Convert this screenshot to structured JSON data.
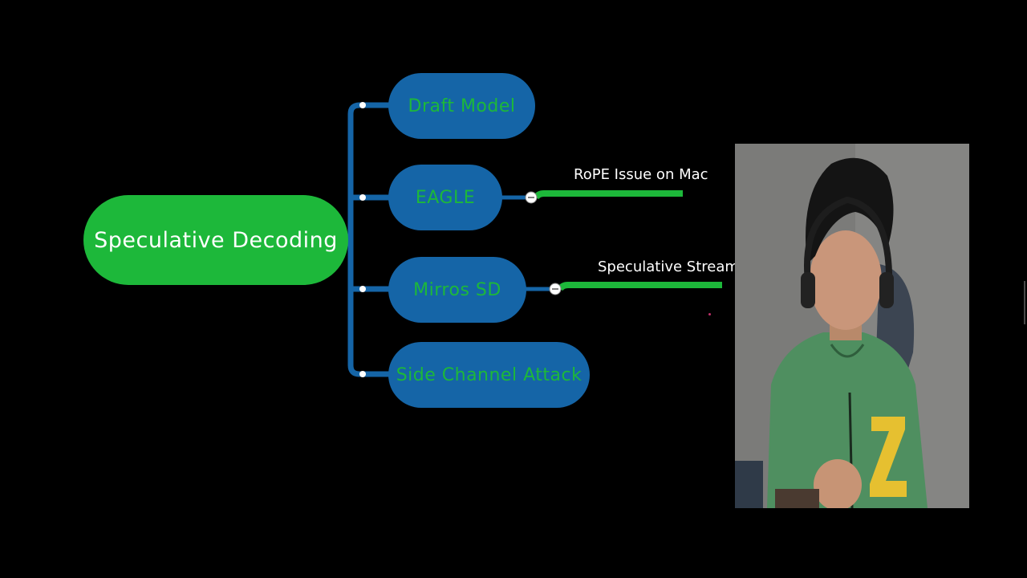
{
  "diagram": {
    "root": {
      "label": "Speculative Decoding",
      "color": "#1db83a"
    },
    "children": [
      {
        "label": "Draft Model"
      },
      {
        "label": "EAGLE",
        "leaf": "RoPE Issue on Mac"
      },
      {
        "label": "Mirros SD",
        "leaf": "Speculative Streaming"
      },
      {
        "label": "Side Channel Attack"
      }
    ],
    "colors": {
      "branch": "#1565a7",
      "child_text": "#1db83a",
      "leaf_line": "#1db83a",
      "background": "#000000"
    }
  },
  "webcam": {
    "icon": "presenter-webcam-video"
  }
}
